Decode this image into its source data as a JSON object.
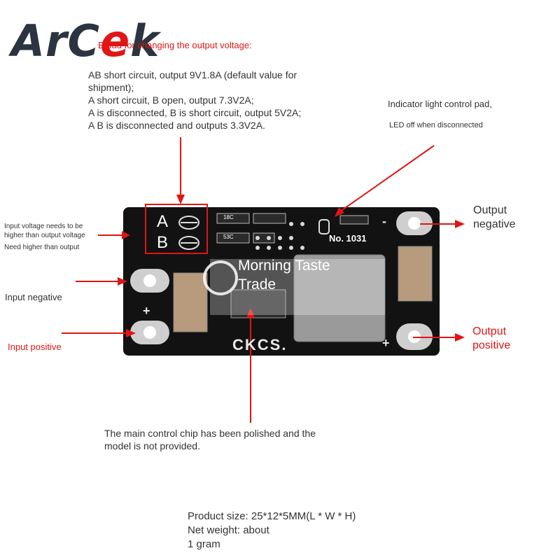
{
  "logo": {
    "text_main": "ArC",
    "text_accent": "e",
    "text_end": "k"
  },
  "ab_pad": {
    "heading": "B pad for changing the output voltage:",
    "lines": [
      "AB short circuit, output 9V1.8A (default value for",
      "shipment);",
      "A short circuit, B open, output 7.3V2A;",
      "A is disconnected, B is short circuit, output 5V2A;",
      " A B is disconnected and outputs 3.3V2A."
    ]
  },
  "indicator": {
    "title": "Indicator light control pad,",
    "subtitle": "LED off when disconnected"
  },
  "labels": {
    "input_voltage_1": "Input voltage needs to be",
    "input_voltage_2": "higher than output voltage",
    "input_voltage_3": "Need higher than output",
    "input_negative": "Input negative",
    "input_positive": "Input positive",
    "output_negative_1": "Output",
    "output_negative_2": "negative",
    "output_positive_1": "Output",
    "output_positive_2": "positive"
  },
  "chip_note": {
    "line1": "The main control chip has been polished and the",
    "line2": "model is not provided."
  },
  "board": {
    "pad_a": "A",
    "pad_b": "B",
    "led_label": "No. 1031",
    "silkscreen": "CKCS.",
    "plus": "+",
    "minus": "-",
    "res1": "18C",
    "res2": "53C"
  },
  "watermark": {
    "line1": "Morning Taste",
    "line2": "Trade"
  },
  "product": {
    "size": "Product size: 25*12*5MM(L * W * H)",
    "weight_1": "Net weight: about",
    "weight_2": "1 gram"
  },
  "colors": {
    "arrow": "#e01515",
    "board": "#121212",
    "logo": "#2b3440"
  }
}
